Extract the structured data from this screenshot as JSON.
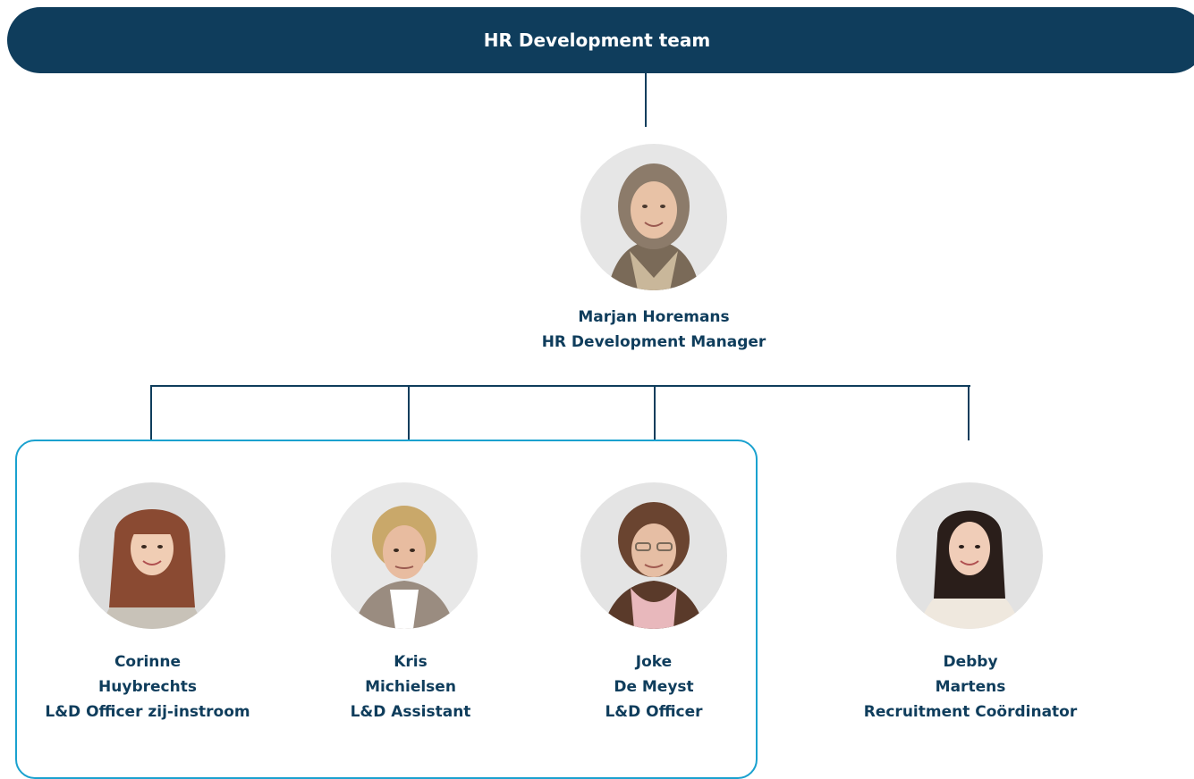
{
  "header": {
    "title": "HR Development team"
  },
  "manager": {
    "name": "Marjan Horemans",
    "role": "HR Development Manager"
  },
  "members": [
    {
      "first_name": "Corinne",
      "last_name": "Huybrechts",
      "role": "L&D Officer zij-instroom"
    },
    {
      "first_name": "Kris",
      "last_name": "Michielsen",
      "role": "L&D Assistant"
    },
    {
      "first_name": "Joke",
      "last_name": "De Meyst",
      "role": "L&D Officer"
    },
    {
      "first_name": "Debby",
      "last_name": "Martens",
      "role": "Recruitment Coördinator"
    }
  ],
  "colors": {
    "primary": "#0f3d5c",
    "accent": "#1aa1cf",
    "background": "#ffffff"
  }
}
